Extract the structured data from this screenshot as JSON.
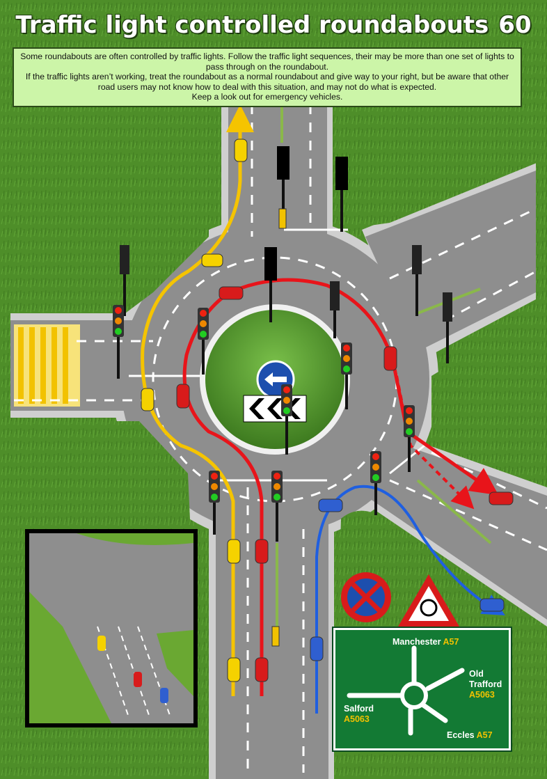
{
  "page": {
    "title": "Traffic light controlled roundabouts",
    "page_number": "60"
  },
  "info": {
    "line1": "Some roundabouts are often controlled by traffic lights. Follow the traffic light sequences, their may be more than one set of lights to pass through on the roundabout.",
    "line2": "If the traffic lights aren’t working, treat the roundabout as a normal roundabout and give way to your right, but be aware that other road users may not know how to deal with this situation, and may not do what is expected.",
    "line3": "Keep a look out for emergency vehicles."
  },
  "direction_sign": {
    "top_place": "Manchester",
    "top_road": "A57",
    "right_place_1": "Old",
    "right_place_2": "Trafford",
    "right_road": "A5063",
    "left_place": "Salford",
    "left_road": "A5063",
    "bottom_place": "Eccles",
    "bottom_road": "A57"
  },
  "colors": {
    "grass": "#4f8f2a",
    "road": "#8e8e8e",
    "kerb": "#cfcfcf",
    "path_red": "#e8141a",
    "path_yellow": "#f5c400",
    "path_blue": "#1f5fe0",
    "sign_green": "#137a34"
  },
  "icons": [
    "keep-left-arrow-sign",
    "chevron-sign",
    "no-stopping-sign",
    "roundabout-warning-sign",
    "traffic-light"
  ]
}
